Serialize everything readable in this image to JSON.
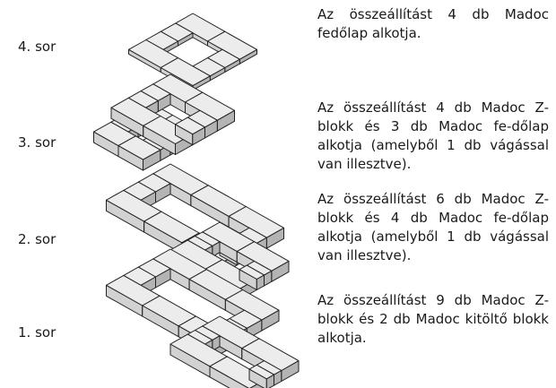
{
  "rows": [
    {
      "label": "4. sor",
      "description": "Az összeállítást 4 db Madoc fedőlap alkotja."
    },
    {
      "label": "3. sor",
      "description": "Az összeállítást 4 db Madoc Z-blokk és 3 db Madoc fe-dőlap alkotja (amelyből 1 db vágással van illesztve)."
    },
    {
      "label": "2. sor",
      "description": "Az összeállítást 6 db Madoc Z-blokk és 4 db Madoc fe-dőlap alkotja (amelyből 1 db vágással van illesztve)."
    },
    {
      "label": "1. sor",
      "description": "Az összeállítást 9 db Madoc Z-blokk és 2 db Madoc kitöltő blokk alkotja."
    }
  ],
  "colors": {
    "top": "#ececec",
    "left": "#d2d2d2",
    "right": "#b4b4b4",
    "stroke": "#222222"
  }
}
